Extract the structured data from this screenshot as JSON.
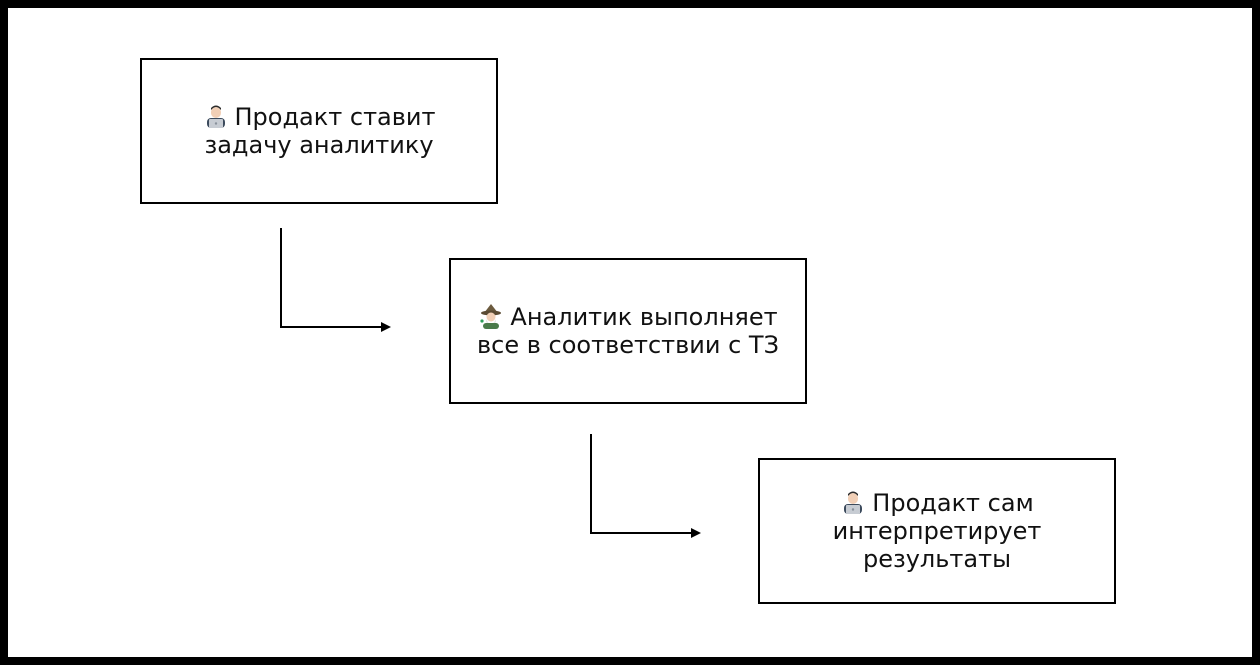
{
  "diagram": {
    "nodes": [
      {
        "id": "product-sets-task",
        "icon": "technologist-emoji-icon",
        "label": "Продакт ставит задачу аналитику"
      },
      {
        "id": "analyst-executes",
        "icon": "mage-emoji-icon",
        "label": "Аналитик выполняет все в соответствии с ТЗ"
      },
      {
        "id": "product-interprets",
        "icon": "technologist-emoji-icon",
        "label": "Продакт сам интерпретирует результаты"
      }
    ],
    "edges": [
      {
        "from": "product-sets-task",
        "to": "analyst-executes"
      },
      {
        "from": "analyst-executes",
        "to": "product-interprets"
      }
    ],
    "colors": {
      "frame": "#000000",
      "background": "#ffffff",
      "stroke": "#000000"
    }
  }
}
